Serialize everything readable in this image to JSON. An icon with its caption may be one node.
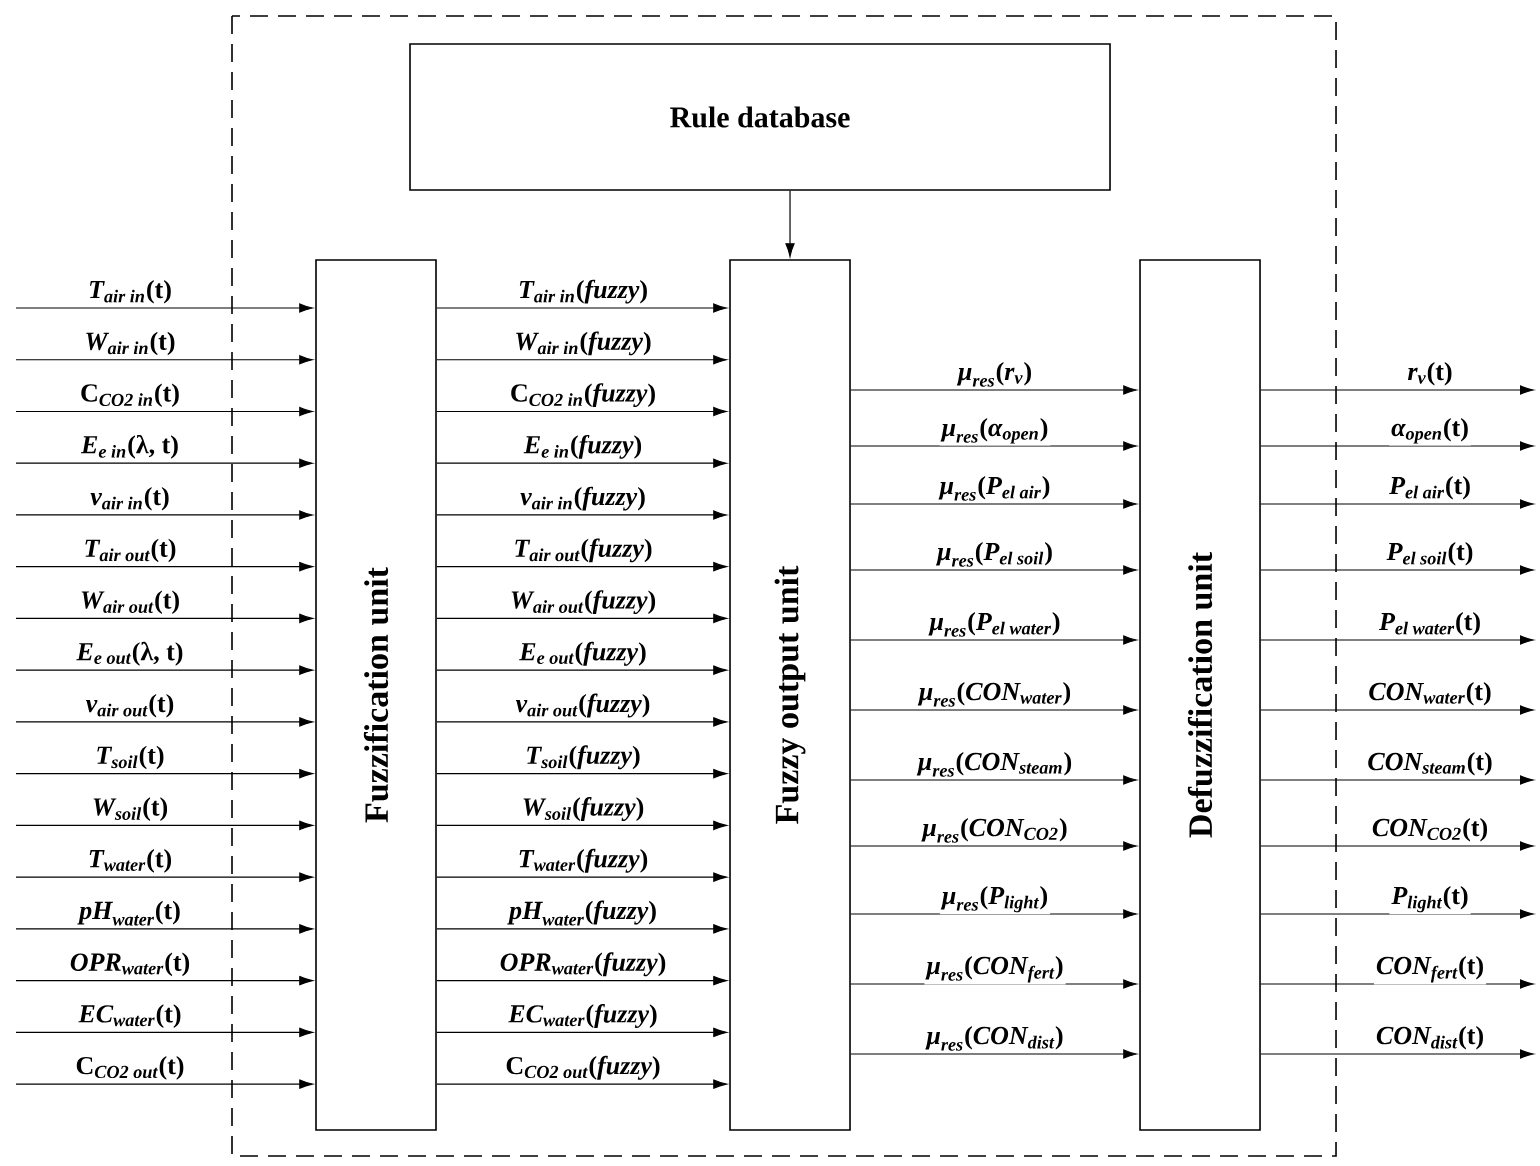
{
  "diagram": {
    "nodes": [
      {
        "text": [
          "Rule database"
        ]
      },
      {
        "text": [
          "Fuzzification unit"
        ]
      },
      {
        "text": [
          "Fuzzy output unit"
        ]
      },
      {
        "text": [
          "Defuzzification unit"
        ]
      }
    ],
    "edges": [
      {
        "from": 0,
        "to": 2,
        "arrow": "to"
      },
      {
        "from": null,
        "to": 1,
        "arrow": "to",
        "label": "\\textit{T}_{\\textit{air in}}\\text{(t)}"
      },
      {
        "from": null,
        "to": 1,
        "arrow": "to",
        "label": "\\textit{W}_{\\textit{air in}}\\text{(t)}"
      },
      {
        "from": null,
        "to": 1,
        "arrow": "to",
        "label": "\\text{C}_{\\textit{CO2 in}}\\text{(t)}"
      },
      {
        "from": null,
        "to": 1,
        "arrow": "to",
        "label": "\\textit{E}_{\\textit{e in}}\\text{(λ, t)}"
      },
      {
        "from": null,
        "to": 1,
        "arrow": "to",
        "label": "\\textit{v}_{\\textit{air in}}\\text{(t)}"
      },
      {
        "from": null,
        "to": 1,
        "arrow": "to",
        "label": "\\textit{T}_{\\textit{air out}}\\text{(t)}"
      },
      {
        "from": null,
        "to": 1,
        "arrow": "to",
        "label": "\\textit{W}_{\\textit{air out}}\\text{(t)}"
      },
      {
        "from": null,
        "to": 1,
        "arrow": "to",
        "label": "\\textit{E}_{\\textit{e out}}\\text{(λ, t)}"
      },
      {
        "from": null,
        "to": 1,
        "arrow": "to",
        "label": "\\textit{v}_{\\textit{air out}}\\text{(t)}"
      },
      {
        "from": null,
        "to": 1,
        "arrow": "to",
        "label": "\\textit{T}_{\\textit{soil}}\\text{(t)}"
      },
      {
        "from": null,
        "to": 1,
        "arrow": "to",
        "label": "\\textit{W}_{\\textit{soil}}\\text{(t)}"
      },
      {
        "from": null,
        "to": 1,
        "arrow": "to",
        "label": "\\textit{T}_{\\textit{water}}\\text{(t)}"
      },
      {
        "from": null,
        "to": 1,
        "arrow": "to",
        "label": "\\textit{pH}_{\\textit{water}}\\text{(t)}"
      },
      {
        "from": null,
        "to": 1,
        "arrow": "to",
        "label": "\\textit{OPR}_{\\textit{water}}\\text{(t)}"
      },
      {
        "from": null,
        "to": 1,
        "arrow": "to",
        "label": "\\textit{EC}_{\\textit{water}}\\text{(t)}"
      },
      {
        "from": null,
        "to": 1,
        "arrow": "to",
        "label": "\\text{C}_{\\textit{CO2 out}}\\text{(t)}"
      },
      {
        "from": 1,
        "to": 2,
        "arrow": "to",
        "label": "\\textit{T}_{\\textit{air in}}\\text{(}\\textit{fuzzy}\\text{)}"
      },
      {
        "from": 1,
        "to": 2,
        "arrow": "to",
        "label": "\\textit{W}_{\\textit{air in}}\\text{(}\\textit{fuzzy}\\text{)}"
      },
      {
        "from": 1,
        "to": 2,
        "arrow": "to",
        "label": "\\text{C}_{\\textit{CO2 in}}\\text{(}\\textit{fuzzy}\\text{)}"
      },
      {
        "from": 1,
        "to": 2,
        "arrow": "to",
        "label": "\\textit{E}_{\\textit{e in}}\\text{(}\\textit{fuzzy}\\text{)}"
      },
      {
        "from": 1,
        "to": 2,
        "arrow": "to",
        "label": "\\textit{v}_{\\textit{air in}}\\text{(}\\textit{fuzzy}\\text{)}"
      },
      {
        "from": 1,
        "to": 2,
        "arrow": "to",
        "label": "\\textit{T}_{\\textit{air out}}\\text{(}\\textit{fuzzy}\\text{)}"
      },
      {
        "from": 1,
        "to": 2,
        "arrow": "to",
        "label": "\\textit{W}_{\\textit{air out}}\\text{(}\\textit{fuzzy}\\text{)}"
      },
      {
        "from": 1,
        "to": 2,
        "arrow": "to",
        "label": "\\textit{E}_{\\textit{e out}}\\text{(}\\textit{fuzzy}\\text{)}"
      },
      {
        "from": 1,
        "to": 2,
        "arrow": "to",
        "label": "\\textit{v}_{\\textit{air out}}\\text{(}\\textit{fuzzy}\\text{)}"
      },
      {
        "from": 1,
        "to": 2,
        "arrow": "to",
        "label": "\\textit{T}_{\\textit{soil}}\\text{(}\\textit{fuzzy}\\text{)}"
      },
      {
        "from": 1,
        "to": 2,
        "arrow": "to",
        "label": "\\textit{W}_{\\textit{soil}}\\text{(}\\textit{fuzzy}\\text{)}"
      },
      {
        "from": 1,
        "to": 2,
        "arrow": "to",
        "label": "\\textit{T}_{\\textit{water}}\\text{(}\\textit{fuzzy}\\text{)}"
      },
      {
        "from": 1,
        "to": 2,
        "arrow": "to",
        "label": "\\textit{pH}_{\\textit{water}}\\text{(}\\textit{fuzzy}\\text{)}"
      },
      {
        "from": 1,
        "to": 2,
        "arrow": "to",
        "label": "\\textit{OPR}_{\\textit{water}}\\text{(}\\textit{fuzzy}\\text{)}"
      },
      {
        "from": 1,
        "to": 2,
        "arrow": "to",
        "label": "\\textit{EC}_{\\textit{water}}\\text{(}\\textit{fuzzy}\\text{)}"
      },
      {
        "from": 1,
        "to": 2,
        "arrow": "to",
        "label": "\\text{C}_{\\textit{CO2 out}}\\text{(}\\textit{fuzzy}\\text{)}"
      },
      {
        "from": 2,
        "to": 3,
        "arrow": "to",
        "label": "\\textit{μ}_{\\textit{res}}\\text{(}\\textit{r}_{\\textit{v}}\\text{)}"
      },
      {
        "from": 2,
        "to": 3,
        "arrow": "to",
        "label": "\\textit{μ}_{\\textit{res}}\\text{(}\\textit{α}_{\\textit{open}}\\text{)}"
      },
      {
        "from": 2,
        "to": 3,
        "arrow": "to",
        "label": "\\textit{μ}_{\\textit{res}}\\text{(}\\textit{P}_{\\textit{el air}}\\text{)}"
      },
      {
        "from": 2,
        "to": 3,
        "arrow": "to",
        "label": "\\textit{μ}_{\\textit{res}}\\text{(}\\textit{P}_{\\textit{el soil}}\\text{)}"
      },
      {
        "from": 2,
        "to": 3,
        "arrow": "to",
        "label": "\\textit{μ}_{\\textit{res}}\\text{(}\\textit{P}_{\\textit{el water}}\\text{)}"
      },
      {
        "from": 2,
        "to": 3,
        "arrow": "to",
        "label": "\\textit{μ}_{\\textit{res}}\\text{(}\\textit{CON}_{\\textit{water}}\\text{)}"
      },
      {
        "from": 2,
        "to": 3,
        "arrow": "to",
        "label": "\\textit{μ}_{\\textit{res}}\\text{(}\\textit{CON}_{\\textit{steam}}\\text{)}"
      },
      {
        "from": 2,
        "to": 3,
        "arrow": "to",
        "label": "\\textit{μ}_{\\textit{res}}\\text{(}\\textit{CON}_{\\textit{CO2}}\\text{)}"
      },
      {
        "from": 2,
        "to": 3,
        "arrow": "to",
        "label": "\\textit{μ}_{\\textit{res}}\\text{(}\\textit{P}_{\\textit{light}}\\text{)}"
      },
      {
        "from": 2,
        "to": 3,
        "arrow": "to",
        "label": "\\textit{μ}_{\\textit{res}}\\text{(}\\textit{CON}_{\\textit{fert}}\\text{)}"
      },
      {
        "from": 2,
        "to": 3,
        "arrow": "to",
        "label": "\\textit{μ}_{\\textit{res}}\\text{(}\\textit{CON}_{\\textit{dist}}\\text{)}"
      },
      {
        "from": 3,
        "to": null,
        "arrow": "to",
        "label": "\\textit{r}_{\\textit{v}}\\text{(t)}"
      },
      {
        "from": 3,
        "to": null,
        "arrow": "to",
        "label": "\\textit{α}_{\\textit{open}}\\text{(t)}"
      },
      {
        "from": 3,
        "to": null,
        "arrow": "to",
        "label": "\\textit{P}_{\\textit{el air}}\\text{(t)}"
      },
      {
        "from": 3,
        "to": null,
        "arrow": "to",
        "label": "\\textit{P}_{\\textit{el soil}}\\text{(t)}"
      },
      {
        "from": 3,
        "to": null,
        "arrow": "to",
        "label": "\\textit{P}_{\\textit{el water}}\\text{(t)}"
      },
      {
        "from": 3,
        "to": null,
        "arrow": "to",
        "label": "\\textit{CON}_{\\textit{water}}\\text{(t)}"
      },
      {
        "from": 3,
        "to": null,
        "arrow": "to",
        "label": "\\textit{CON}_{\\textit{steam}}\\text{(t)}"
      },
      {
        "from": 3,
        "to": null,
        "arrow": "to",
        "label": "\\textit{CON}_{\\textit{CO2}}\\text{(t)}"
      },
      {
        "from": 3,
        "to": null,
        "arrow": "to",
        "label": "\\textit{P}_{\\textit{light}}\\text{(t)}"
      },
      {
        "from": 3,
        "to": null,
        "arrow": "to",
        "label": "\\textit{CON}_{\\textit{fert}}\\text{(t)}"
      },
      {
        "from": 3,
        "to": null,
        "arrow": "to",
        "label": "\\textit{CON}_{\\textit{dist}}\\text{(t)}"
      }
    ]
  }
}
